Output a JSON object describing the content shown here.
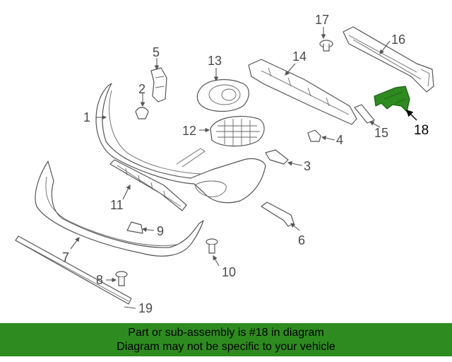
{
  "diagram": {
    "callouts": [
      "1",
      "2",
      "3",
      "4",
      "5",
      "6",
      "7",
      "8",
      "9",
      "10",
      "11",
      "12",
      "13",
      "14",
      "15",
      "16",
      "17",
      "18",
      "19"
    ],
    "highlighted_part": "18",
    "highlight_color": "#2e8b1f"
  },
  "banner": {
    "line1": "Part or sub-assembly is #18 in diagram",
    "line2": "Diagram may not be specific to your vehicle",
    "background": "#2e8b1f"
  }
}
